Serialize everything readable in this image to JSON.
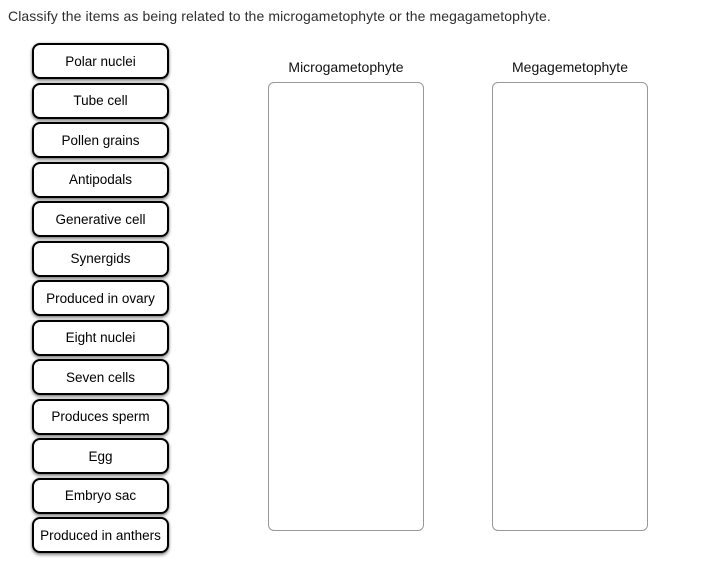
{
  "prompt": "Classify the items as being related to the microgametophyte or the megagametophyte.",
  "bank": {
    "items": [
      "Polar nuclei",
      "Tube cell",
      "Pollen grains",
      "Antipodals",
      "Generative cell",
      "Synergids",
      "Produced in ovary",
      "Eight nuclei",
      "Seven cells",
      "Produces sperm",
      "Egg",
      "Embryo sac",
      "Produced in anthers"
    ]
  },
  "categories": [
    {
      "label": "Microgametophyte",
      "items": []
    },
    {
      "label": "Megagemetophyte",
      "items": []
    }
  ],
  "colors": {
    "item_border": "#000000",
    "item_background": "#ffffff",
    "dropzone_border": "#999999",
    "text": "#2e2e2e"
  }
}
